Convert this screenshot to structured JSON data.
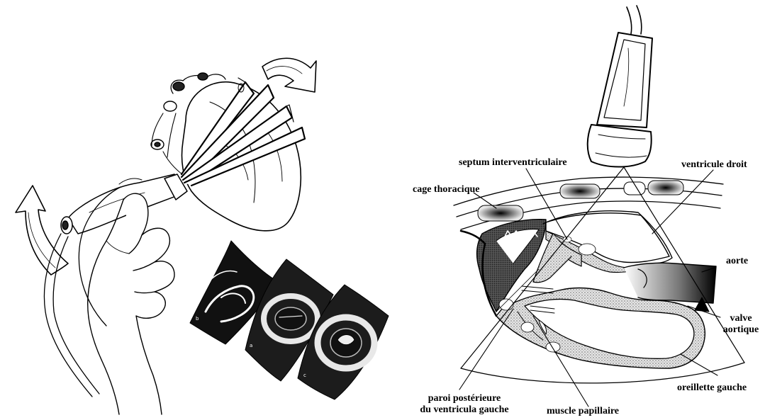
{
  "labels": {
    "septum": "septum interventriculaire",
    "ventricule_droit": "ventricule droit",
    "cage": "cage thoracique",
    "aorte": "aorte",
    "valve_line1": "valve",
    "valve_line2": "aortique",
    "oreillette": "oreillette gauche",
    "paroi_line1": "paroi postérieure",
    "paroi_line2": "du ventricula gauche",
    "muscle": "muscle papillaire"
  },
  "colors": {
    "ink": "#000000",
    "tissue": "#d4d4d4",
    "dark": "#1a1a1a",
    "paper": "#ffffff"
  }
}
